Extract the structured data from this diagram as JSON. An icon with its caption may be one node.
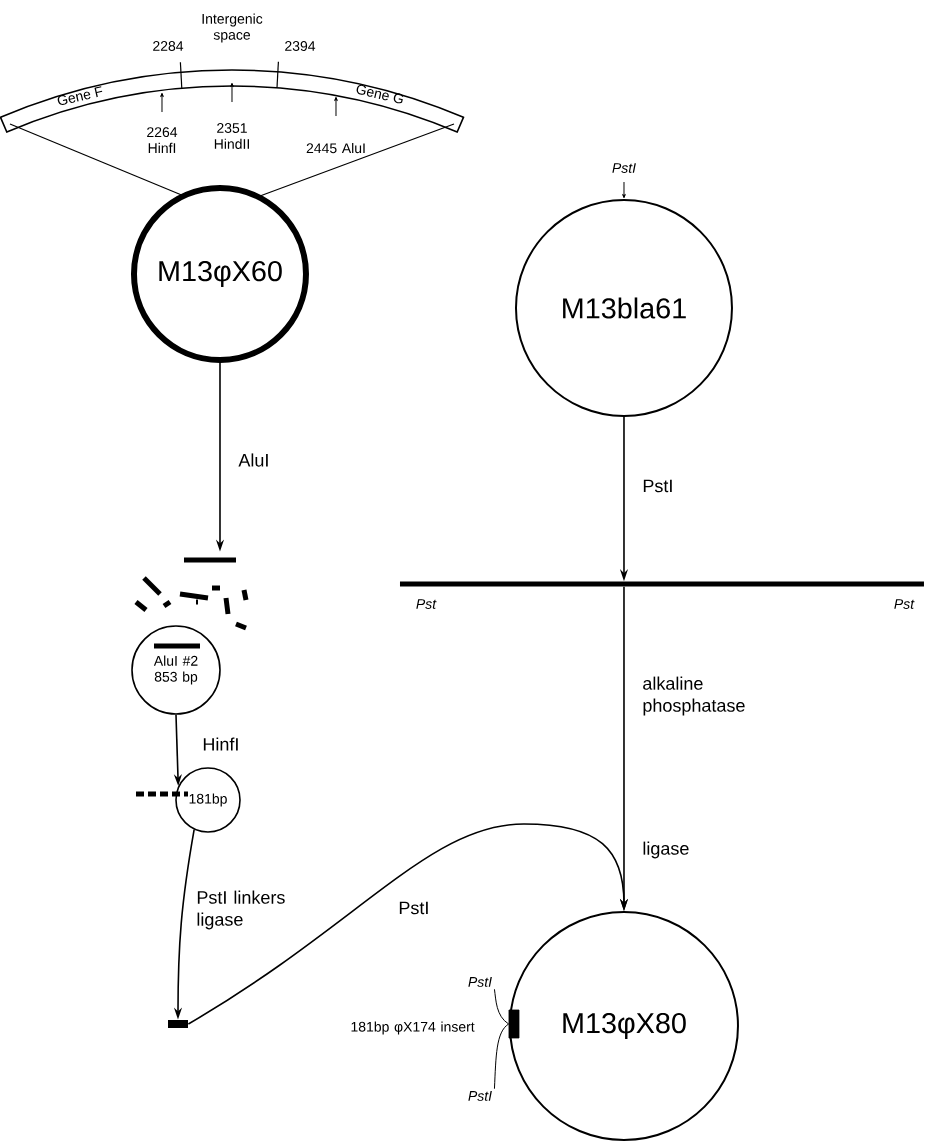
{
  "diagram": {
    "nodes": [
      {
        "text": [
          "Intergenic space",
          "2284",
          "2394",
          "Gene F",
          "Gene G",
          "2264 HinfI",
          "2351 HindII",
          "2445 AluI"
        ]
      },
      {
        "text": [
          "M13φX60"
        ]
      },
      {
        "text": [
          "M13bla61"
        ],
        "beside": [
          "PstI"
        ]
      },
      {
        "text": [],
        "shape": "bar"
      },
      {
        "text": [
          "AluI #2 853 bp"
        ]
      },
      {
        "text": [],
        "shape": "bar",
        "beside": [
          "Pst",
          "Pst"
        ]
      },
      {
        "text": [
          "181bp"
        ]
      },
      {
        "text": [],
        "shape": "bar"
      },
      {
        "text": [
          "M13φX80"
        ]
      },
      {
        "text": [
          "PstI"
        ]
      },
      {
        "text": [],
        "shape": "box",
        "in": 8,
        "beside": [
          "181bp φX174 insert"
        ]
      },
      {
        "text": [
          "PstI"
        ]
      }
    ],
    "edges": [
      {
        "from": 1,
        "to": 3,
        "arrow": "to",
        "label": "AluI"
      },
      {
        "from": 4,
        "to": 6,
        "arrow": "to",
        "label": "HinfI"
      },
      {
        "from": 6,
        "to": 7,
        "arrow": "to",
        "label": "PstI linkers ligase"
      },
      {
        "from": 2,
        "to": 5,
        "arrow": "to",
        "label": "PstI"
      },
      {
        "from": 5,
        "to": 8,
        "arrow": "to",
        "label": "alkaline phosphatase"
      },
      {
        "from": 7,
        "to": 8,
        "arrow": "to",
        "label": "PstI"
      },
      {
        "from": 9,
        "to": 10,
        "arrow": "none"
      },
      {
        "from": 11,
        "to": 10,
        "arrow": "none"
      }
    ],
    "labels": [
      "ligase"
    ]
  }
}
